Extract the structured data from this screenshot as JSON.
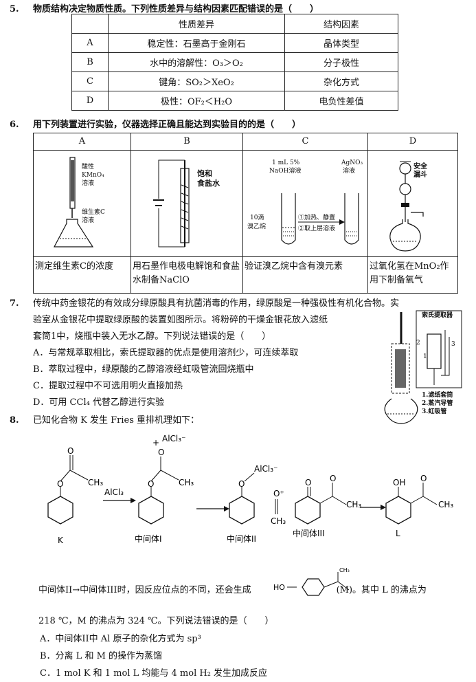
{
  "q5": {
    "number": "5.",
    "stem": "物质结构决定物质性质。下列性质差异与结构因素匹配错误的是（　　）",
    "table": {
      "headers": [
        "",
        "性质差异",
        "结构因素"
      ],
      "rows": [
        [
          "A",
          "稳定性：石墨高于金刚石",
          "晶体类型"
        ],
        [
          "B",
          "水中的溶解性：O₃＞O₂",
          "分子极性"
        ],
        [
          "C",
          "键角：SO₂＞XeO₂",
          "杂化方式"
        ],
        [
          "D",
          "极性：OF₂＜H₂O",
          "电负性差值"
        ]
      ]
    }
  },
  "q6": {
    "number": "6.",
    "stem": "用下列装置进行实验，仪器选择正确且能达到实验目的的是（　　）",
    "cells": [
      {
        "label": "A",
        "caption": "测定维生素C的浓度",
        "tags": [
          "酸性",
          "KMnO₄",
          "溶液",
          "维生素C",
          "溶液"
        ]
      },
      {
        "label": "B",
        "caption": "用石墨作电极电解饱和食盐水制备NaClO",
        "tags": [
          "饱和",
          "食盐水"
        ]
      },
      {
        "label": "C",
        "caption": "验证溴乙烷中含有溴元素",
        "tags": [
          "1 mL 5%",
          "NaOH溶液",
          "AgNO₃",
          "溶液",
          "10滴",
          "溴乙烷",
          "①加热、静置",
          "②取上层溶液"
        ]
      },
      {
        "label": "D",
        "caption": "过氧化氢在MnO₂作用下制备氧气",
        "tags": [
          "安全",
          "漏斗"
        ]
      }
    ]
  },
  "q7": {
    "number": "7.",
    "stem_lines": [
      "传统中药金银花的有效成分绿原酸具有抗菌消毒的作用，绿原酸是一种强极性有机化合物。实",
      "验室从金银花中提取绿原酸的装置如图所示。将粉碎的干燥金银花放入滤纸",
      "套筒1中，烧瓶中装入无水乙醇。下列说法错误的是（　　）"
    ],
    "options": [
      "A．与常规萃取相比，索氏提取器的优点是使用溶剂少，可连续萃取",
      "B．萃取过程中，绿原酸的乙醇溶液经虹吸管流回烧瓶中",
      "C．提取过程中不可选用明火直接加热",
      "D．可用 CCl₄ 代替乙醇进行实验"
    ],
    "figure": {
      "title": "索氏提取器",
      "legend": [
        "1.滤纸套筒",
        "2.蒸汽导管",
        "3.虹吸管"
      ],
      "nums": [
        "1",
        "2",
        "3"
      ]
    }
  },
  "q8": {
    "number": "8.",
    "stem": "已知化合物 K 发生 Fries 重排机理如下：",
    "scheme": {
      "compounds": [
        "K",
        "中间体I",
        "中间体II",
        "中间体III",
        "L"
      ],
      "reagent": "AlCl₃",
      "alcl3": "AlCl₃⁻",
      "plus": "+",
      "ch3": "CH₃",
      "oh": "OH",
      "o": "O",
      "acylium": "O⁺"
    },
    "note_pre": "中间体II→中间体III时，因反应位点的不同，还会生成",
    "note_ho": "HO",
    "note_ch3": "CH₃",
    "note_post": "(M)。其中 L 的沸点为",
    "note_line2": "218 ℃，M 的沸点为 324 ℃。下列说法错误的是（　　）",
    "options": [
      "A．中间体II中 Al 原子的杂化方式为 sp³",
      "B．分离 L 和 M 的操作为蒸馏",
      "C．1 mol K 和 1 mol L 均能与 4 mol H₂ 发生加成反应"
    ]
  }
}
